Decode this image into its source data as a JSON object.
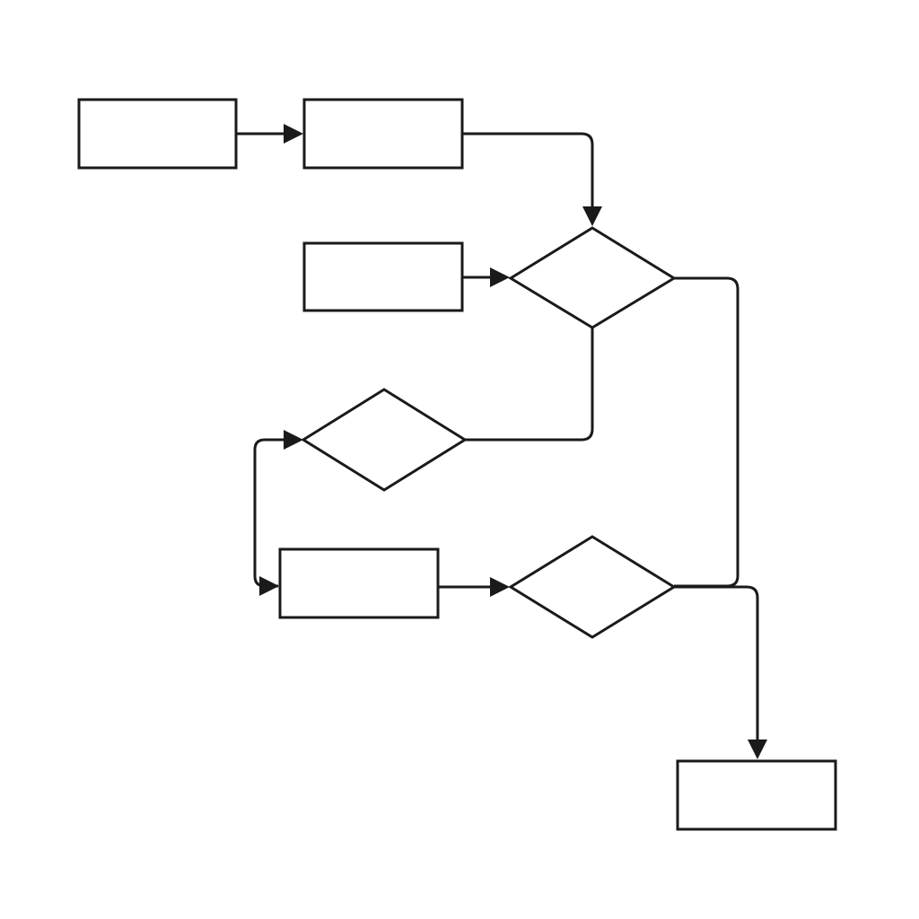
{
  "diagram": {
    "type": "flowchart",
    "colors": {
      "background": "#ffffff",
      "stroke": "#1a1a1a"
    },
    "nodes": [
      {
        "id": "process-1",
        "shape": "rectangle",
        "label": ""
      },
      {
        "id": "process-2",
        "shape": "rectangle",
        "label": ""
      },
      {
        "id": "decision-1",
        "shape": "diamond",
        "label": ""
      },
      {
        "id": "input-1",
        "shape": "rectangle",
        "label": ""
      },
      {
        "id": "decision-2",
        "shape": "diamond",
        "label": ""
      },
      {
        "id": "process-3",
        "shape": "rectangle",
        "label": ""
      },
      {
        "id": "decision-3",
        "shape": "diamond",
        "label": ""
      },
      {
        "id": "end-process",
        "shape": "rectangle",
        "label": ""
      }
    ],
    "edges": [
      {
        "from": "process-1",
        "to": "process-2",
        "arrow": true
      },
      {
        "from": "process-2",
        "to": "decision-1",
        "arrow": true
      },
      {
        "from": "input-1",
        "to": "decision-1",
        "arrow": true
      },
      {
        "from": "decision-1",
        "to": "decision-2",
        "arrow": false
      },
      {
        "from": "decision-1",
        "to": "decision-3",
        "arrow": false
      },
      {
        "from": "process-3",
        "to": "decision-2",
        "arrow": true
      },
      {
        "from": "decision-2",
        "to": "process-3",
        "arrow": true
      },
      {
        "from": "process-3",
        "to": "decision-3",
        "arrow": true
      },
      {
        "from": "decision-3",
        "to": "end-process",
        "arrow": true
      }
    ]
  }
}
